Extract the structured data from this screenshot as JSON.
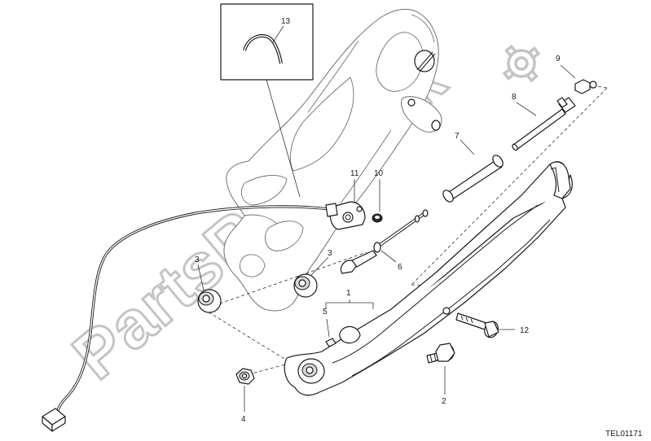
{
  "diagram": {
    "callouts": [
      {
        "id": "c1",
        "label": "1"
      },
      {
        "id": "c2",
        "label": "2"
      },
      {
        "id": "c3a",
        "label": "3"
      },
      {
        "id": "c3b",
        "label": "3"
      },
      {
        "id": "c4",
        "label": "4"
      },
      {
        "id": "c5",
        "label": "5"
      },
      {
        "id": "c6",
        "label": "6"
      },
      {
        "id": "c7",
        "label": "7"
      },
      {
        "id": "c8",
        "label": "8"
      },
      {
        "id": "c9",
        "label": "9"
      },
      {
        "id": "c10",
        "label": "10"
      },
      {
        "id": "c11",
        "label": "11"
      },
      {
        "id": "c12",
        "label": "12"
      },
      {
        "id": "c13",
        "label": "13"
      }
    ],
    "drawing_code": "TEL01171",
    "watermark": "PartsRepublik"
  },
  "colors": {
    "line": "#1a1a1a",
    "watermark": "#c4c4c4",
    "background": "#ffffff"
  }
}
